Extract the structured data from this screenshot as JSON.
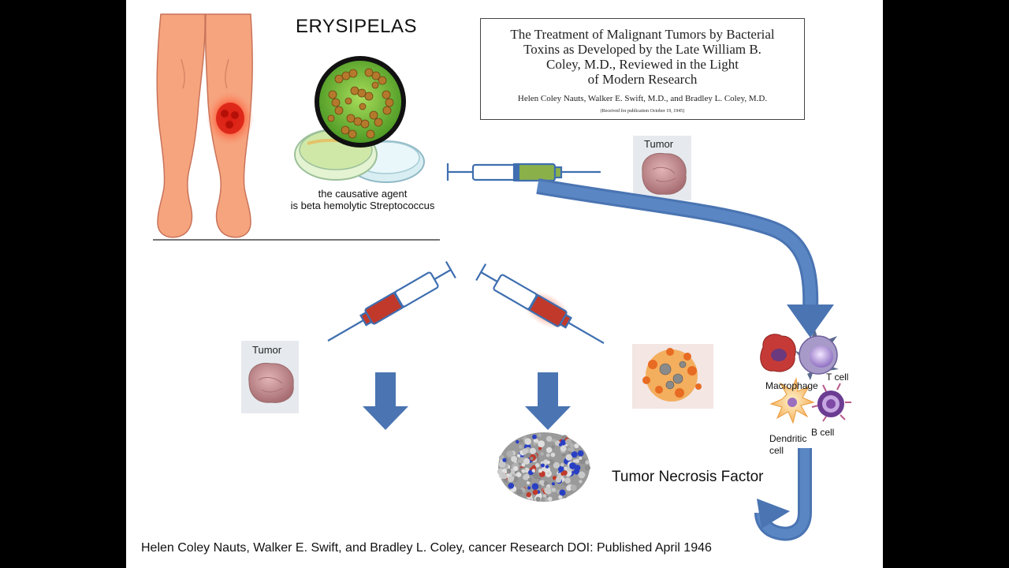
{
  "slide": {
    "title": "ERYSIPELAS",
    "caption_line1": "the causative agent",
    "caption_line2": "is beta hemolytic Streptococcus",
    "paper": {
      "title_line1": "The Treatment of Malignant Tumors by Bacterial",
      "title_line2": "Toxins as Developed by the Late William B.",
      "title_line3": "Coley, M.D., Reviewed in the Light",
      "title_line4": "of Modern Research",
      "authors": "Helen Coley Nauts, Walker E. Swift, M.D., and Bradley L. Coley, M.D.",
      "received": "(Received for publication October 19, 1945)"
    },
    "tumor_label_top": "Tumor",
    "tumor_label_left": "Tumor",
    "cells": {
      "macrophage": "Macrophage",
      "t_cell": "T cell",
      "b_cell": "B cell",
      "dendritic_line1": "Dendritic",
      "dendritic_line2": "cell"
    },
    "tnf_label": "Tumor Necrosis Factor",
    "citation": "Helen Coley Nauts, Walker E. Swift, and Bradley L. Coley, cancer Research DOI:  Published April 1946"
  },
  "colors": {
    "arrow_blue": "#4a74b2",
    "syringe_outline": "#3f6fb0",
    "syringe_green": "#8ab04a",
    "syringe_red": "#c0392b",
    "skin": "#f5a47e",
    "infection_red": "#e2281e",
    "bacteria_green": "#7ec23a",
    "bacteria_brown": "#b5792c",
    "tumor_pink": "#c98f92"
  }
}
